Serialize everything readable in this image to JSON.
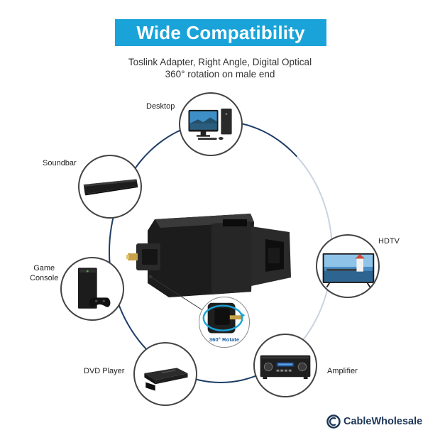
{
  "header": {
    "title": "Wide Compatibility",
    "subtitle_line1": "Toslink Adapter, Right Angle, Digital Optical",
    "subtitle_line2": "360° rotation on male end"
  },
  "devices": {
    "desktop": "Desktop",
    "soundbar": "Soundbar",
    "hdtv": "HDTV",
    "game_console_line1": "Game",
    "game_console_line2": "Console",
    "dvd_player": "DVD Player",
    "amplifier": "Amplifier"
  },
  "rotation_label": "360° Rotate",
  "brand": {
    "name": "CableWholesale"
  },
  "colors": {
    "banner": "#1aa3d8",
    "ring": "#1d3d66",
    "brand": "#1d3557"
  }
}
